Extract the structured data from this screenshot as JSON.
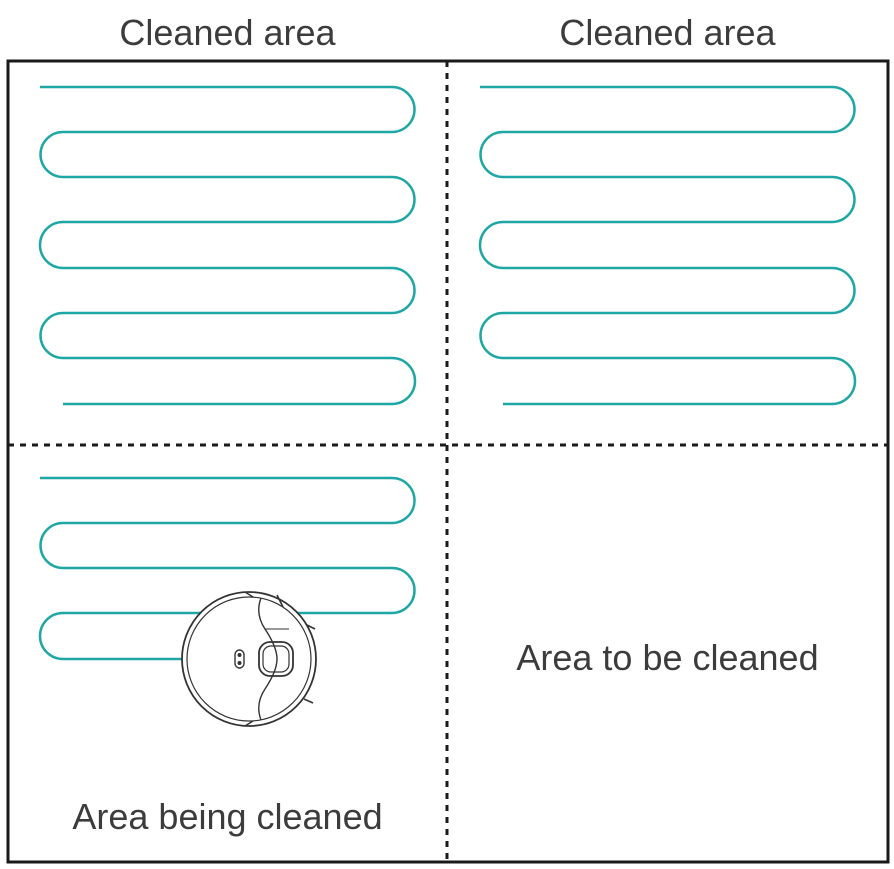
{
  "labels": {
    "top_left": "Cleaned area",
    "top_right": "Cleaned area",
    "bottom_left": "Area being cleaned",
    "bottom_right": "Area to be cleaned"
  },
  "colors": {
    "path": "#1fa7a5",
    "border": "#1a1a1a",
    "text": "#3c3c3c",
    "robot_outline": "#333333"
  },
  "icons": {
    "robot": "robot-vacuum-icon"
  }
}
